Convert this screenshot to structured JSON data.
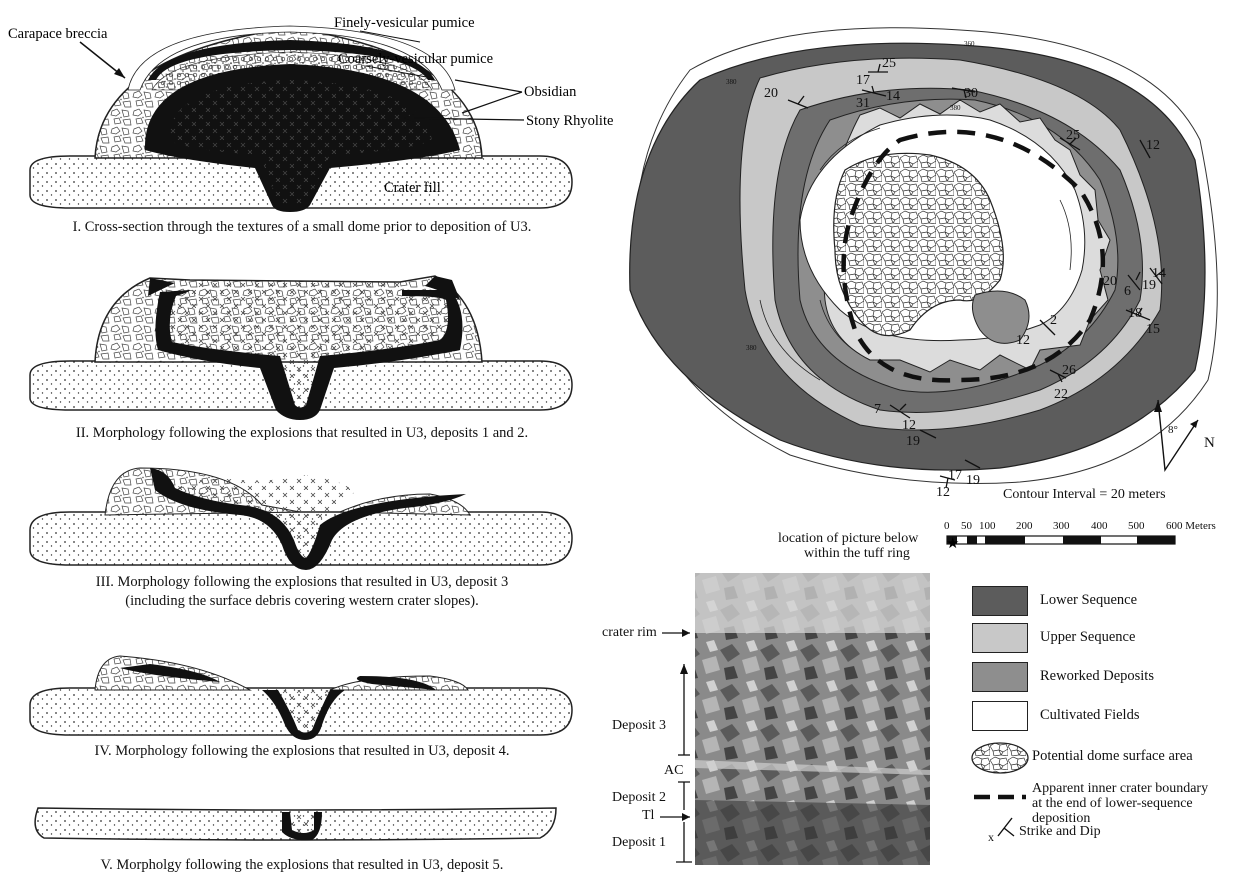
{
  "cross_section": {
    "labels": {
      "carapace": "Carapace breccia",
      "fine_pumice": "Finely-vesicular pumice",
      "coarse_pumice": "Coarsely-vesicular pumice",
      "obsidian": "Obsidian",
      "stony": "Stony Rhyolite",
      "crater_fill": "Crater fill"
    },
    "captions": [
      "I. Cross-section through the textures of a small dome prior to deposition of U3.",
      "II. Morphology following the explosions that resulted in U3, deposits 1 and 2.",
      "III. Morphology following the explosions that resulted in U3, deposit 3",
      "(including the surface debris covering western crater slopes).",
      "IV. Morphology following the explosions that resulted in U3, deposit 4.",
      "V. Morpholgy following the explosions that resulted in U3, deposit 5."
    ]
  },
  "map": {
    "dips": [
      "20",
      "17",
      "25",
      "31",
      "14",
      "30",
      "25",
      "12",
      "20",
      "6",
      "14",
      "19",
      "18",
      "15",
      "12",
      "2",
      "26",
      "22",
      "7",
      "12",
      "19",
      "17",
      "19",
      "12"
    ],
    "contour_labels": [
      "380",
      "360",
      "380",
      "380"
    ],
    "north": {
      "label": "N",
      "angle": "8°"
    },
    "contour_interval": "Contour Interval = 20 meters",
    "scale_ticks": [
      "0",
      "50",
      "100",
      "200",
      "300",
      "400",
      "500",
      "600 Meters"
    ]
  },
  "photo": {
    "star_note_line1": "location of picture below",
    "star_note_line2": "within the tuff ring",
    "labels": {
      "crater_rim": "crater rim",
      "deposit3": "Deposit 3",
      "ac": "AC",
      "deposit2": "Deposit 2",
      "tl": "Tl",
      "deposit1": "Deposit 1"
    }
  },
  "legend": {
    "items": [
      {
        "label": "Lower Sequence",
        "color": "#5c5c5c"
      },
      {
        "label": "Upper Sequence",
        "color": "#c8c8c8"
      },
      {
        "label": "Reworked Deposits",
        "color": "#8e8e8e"
      },
      {
        "label": "Cultivated Fields",
        "color": "#ffffff"
      }
    ],
    "dome": "Potential dome surface area",
    "boundary_line1": "Apparent inner crater boundary",
    "boundary_line2": "at the end of lower-sequence",
    "boundary_line3": "deposition",
    "strike_x": "x",
    "strike_dip": "Strike and Dip"
  }
}
